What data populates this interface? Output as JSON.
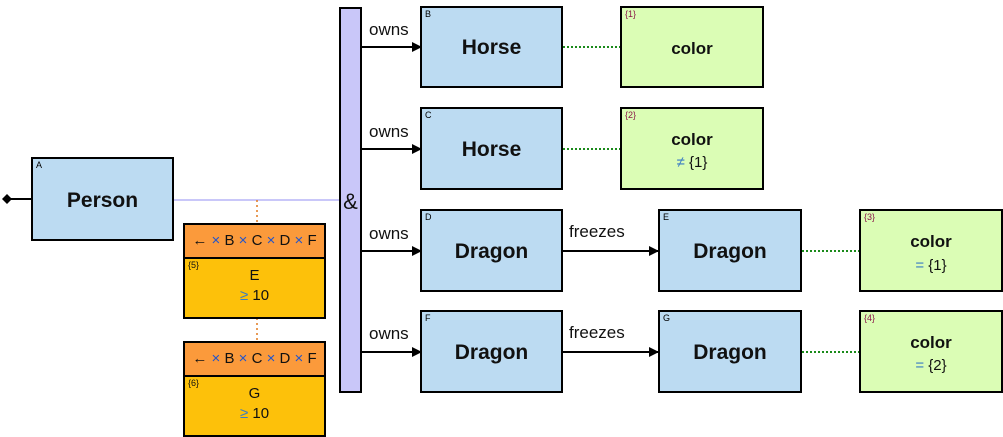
{
  "start_node": {
    "tag": "A",
    "name": "Person"
  },
  "conjunction": {
    "symbol": "&"
  },
  "branches": [
    {
      "edge_label": "owns",
      "entity": {
        "tag": "B",
        "name": "Horse"
      },
      "attribute": {
        "tag": "{1}",
        "name": "color",
        "operator": "",
        "value": ""
      }
    },
    {
      "edge_label": "owns",
      "entity": {
        "tag": "C",
        "name": "Horse"
      },
      "attribute": {
        "tag": "{2}",
        "name": "color",
        "operator": "≠",
        "value": "{1}"
      }
    },
    {
      "edge_label": "owns",
      "entity": {
        "tag": "D",
        "name": "Dragon"
      },
      "second_edge_label": "freezes",
      "second_entity": {
        "tag": "E",
        "name": "Dragon"
      },
      "attribute": {
        "tag": "{3}",
        "name": "color",
        "operator": "=",
        "value": "{1}"
      }
    },
    {
      "edge_label": "owns",
      "entity": {
        "tag": "F",
        "name": "Dragon"
      },
      "second_edge_label": "freezes",
      "second_entity": {
        "tag": "G",
        "name": "Dragon"
      },
      "attribute": {
        "tag": "{4}",
        "name": "color",
        "operator": "=",
        "value": "{2}"
      }
    }
  ],
  "aggregates": [
    {
      "header": {
        "arrow": "←",
        "sep": "×",
        "items": [
          "B",
          "C",
          "D",
          "F"
        ]
      },
      "tag": "{5}",
      "name": "E",
      "operator": "≥",
      "value": "10"
    },
    {
      "header": {
        "arrow": "←",
        "sep": "×",
        "items": [
          "B",
          "C",
          "D",
          "F"
        ]
      },
      "tag": "{6}",
      "name": "G",
      "operator": "≥",
      "value": "10"
    }
  ],
  "colors": {
    "entity": "#bcdbf2",
    "attribute": "#dbfdb5",
    "conjunction": "#c9c7f9",
    "aggregate_header": "#fb9a3b",
    "aggregate_body": "#fdc10a",
    "dotted_link": "#1a8a1a",
    "agg_link": "#e0781f"
  }
}
